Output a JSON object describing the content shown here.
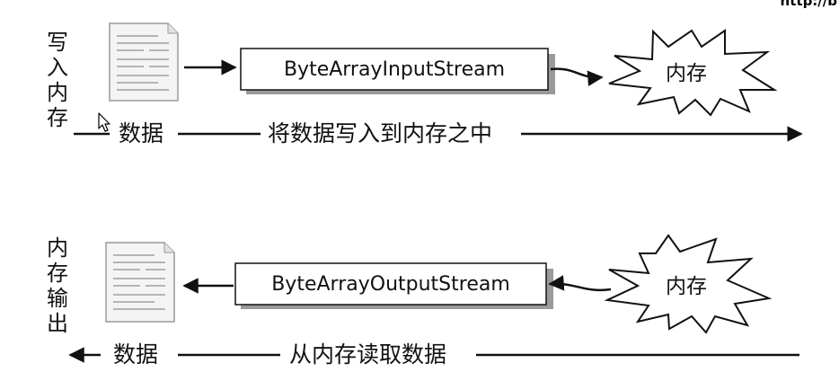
{
  "corner_text": "http://b",
  "top": {
    "side_label": "写入内存",
    "stream_box": "ByteArrayInputStream",
    "burst_label": "内存",
    "data_label": "数据",
    "flow_label": "将数据写入到内存之中"
  },
  "bottom": {
    "side_label": "内存输出",
    "stream_box": "ByteArrayOutputStream",
    "burst_label": "内存",
    "data_label": "数据",
    "flow_label": "从内存读取数据"
  }
}
